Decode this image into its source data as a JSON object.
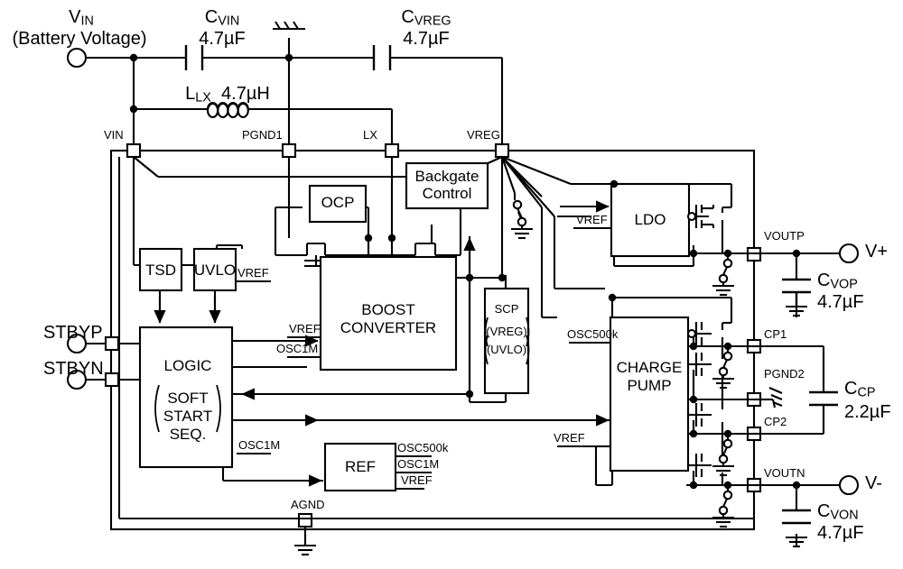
{
  "diagram": {
    "title": "Boost converter and charge pump block diagram",
    "type": "schematic"
  },
  "terminals": {
    "vin_name": "V",
    "vin_sub": "IN",
    "vin_note": "(Battery Voltage)",
    "stbyp": "STBYP",
    "stbyn": "STBYN",
    "vplus": "V+",
    "vminus": "V-"
  },
  "external_components": [
    {
      "name": "C",
      "sub": "VIN",
      "value": "4.7µF"
    },
    {
      "name": "C",
      "sub": "VREG",
      "value": "4.7µF"
    },
    {
      "name": "L",
      "sub": "LX",
      "value": "4.7µH"
    },
    {
      "name": "C",
      "sub": "VOP",
      "value": "4.7µF"
    },
    {
      "name": "C",
      "sub": "CP",
      "value": "2.2µF"
    },
    {
      "name": "C",
      "sub": "VON",
      "value": "4.7µF"
    }
  ],
  "pins": {
    "vin": "VIN",
    "pgnd1": "PGND1",
    "lx": "LX",
    "vreg": "VREG",
    "voutp": "VOUTP",
    "cp1": "CP1",
    "pgnd2": "PGND2",
    "cp2": "CP2",
    "voutn": "VOUTN",
    "agnd": "AGND"
  },
  "blocks": {
    "ocp": "OCP",
    "backgate_l1": "Backgate",
    "backgate_l2": "Control",
    "tsd": "TSD",
    "uvlo": "UVLO",
    "logic": "LOGIC",
    "logic_l1": "SOFT",
    "logic_l2": "START",
    "logic_l3": "SEQ.",
    "boost_l1": "BOOST",
    "boost_l2": "CONVERTER",
    "scp": "SCP",
    "scp_l2": "(VREG)",
    "scp_l3": "(UVLO)",
    "scp_p1": "VREG",
    "scp_p2": "UVLO",
    "ldo": "LDO",
    "ref": "REF",
    "charge_l1": "CHARGE",
    "charge_l2": "PUMP"
  },
  "signals": {
    "vref": "VREF",
    "osc1m": "OSC1M",
    "osc500k": "OSC500k",
    "uvlo_vref": "VREF",
    "boost_vref": "VREF",
    "boost_osc1m": "OSC1M",
    "logic_osc1m": "OSC1M",
    "ref_out1": "OSC500k",
    "ref_out2": "OSC1M",
    "ref_out3": "VREF",
    "ldo_vref": "VREF",
    "cp_vref": "VREF"
  },
  "colors": {
    "line": "#000000",
    "background": "#ffffff",
    "text": "#000000"
  }
}
